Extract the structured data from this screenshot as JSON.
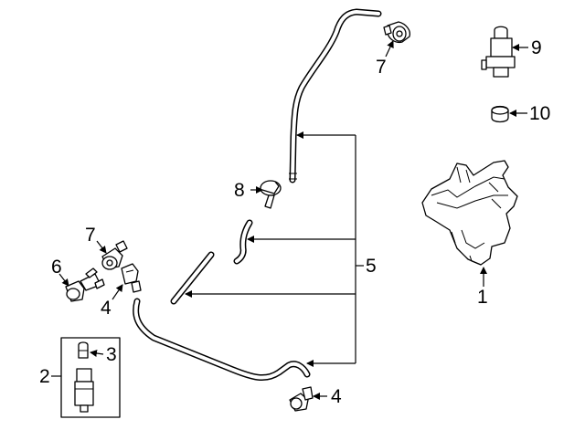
{
  "callouts": {
    "c1": "1",
    "c2": "2",
    "c3": "3",
    "c4a": "4",
    "c4b": "4",
    "c5": "5",
    "c6": "6",
    "c7a": "7",
    "c7b": "7",
    "c8": "8",
    "c9": "9",
    "c10": "10"
  },
  "parts": [
    {
      "callout": "1",
      "part": "washer-reservoir"
    },
    {
      "callout": "2",
      "part": "washer-pump-kit"
    },
    {
      "callout": "3",
      "part": "pump-connector"
    },
    {
      "callout": "4",
      "part": "hose-connector"
    },
    {
      "callout": "5",
      "part": "washer-hoses"
    },
    {
      "callout": "6",
      "part": "check-valve"
    },
    {
      "callout": "7",
      "part": "washer-nozzle"
    },
    {
      "callout": "8",
      "part": "hose-connector-elbow"
    },
    {
      "callout": "9",
      "part": "washer-pump"
    },
    {
      "callout": "10",
      "part": "pump-grommet"
    }
  ],
  "colors": {
    "line": "#000000",
    "background": "#ffffff"
  }
}
